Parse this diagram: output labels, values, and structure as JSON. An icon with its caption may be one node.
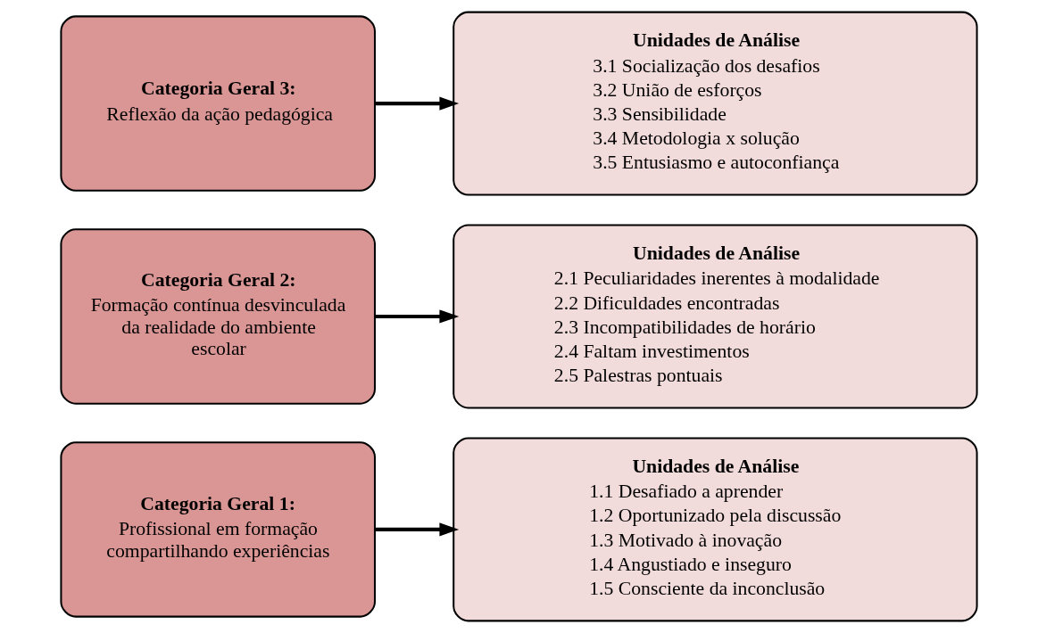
{
  "diagram": {
    "nodes": [
      {
        "text": [
          "Categoria Geral 1:",
          "Profissional em formação compartilhando experiências"
        ]
      },
      {
        "text": [
          "Unidades de Análise",
          "1.1 Desafiado a aprender",
          "1.2 Oportunizado pela discussão",
          "1.3 Motivado à inovação",
          "1.4 Angustiado e inseguro",
          "1.5 Consciente da inconclusão"
        ]
      },
      {
        "text": [
          "Categoria Geral 2:",
          "Formação contínua desvinculada da realidade do ambiente escolar"
        ]
      },
      {
        "text": [
          "Unidades de Análise",
          "2.1 Peculiaridades inerentes à modalidade",
          "2.2 Dificuldades encontradas",
          "2.3 Incompatibilidades de horário",
          "2.4 Faltam investimentos",
          "2.5 Palestras pontuais"
        ]
      },
      {
        "text": [
          "Categoria Geral 3:",
          "Reflexão da ação pedagógica"
        ]
      },
      {
        "text": [
          "Unidades de Análise",
          "3.1 Socialização dos desafios",
          "3.2 União de esforços",
          "3.3 Sensibilidade",
          "3.4 Metodologia x solução",
          "3.5 Entusiasmo e autoconfiança"
        ]
      }
    ],
    "edges": [
      {
        "from": 0,
        "to": 1,
        "arrow": "to"
      },
      {
        "from": 2,
        "to": 3,
        "arrow": "to"
      },
      {
        "from": 4,
        "to": 5,
        "arrow": "to"
      }
    ]
  }
}
